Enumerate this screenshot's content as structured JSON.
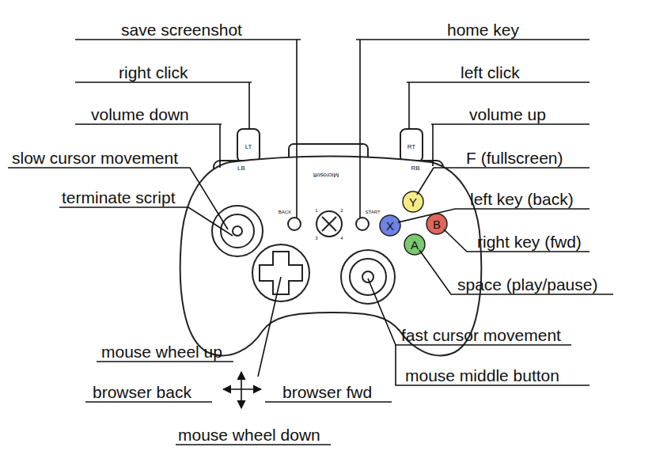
{
  "diagram": {
    "labels": [
      "save screenshot",
      "home key",
      "right click",
      "left click",
      "volume down",
      "volume up",
      "slow cursor movement",
      "terminate script",
      "F (fullscreen)",
      "left key (back)",
      "right key (fwd)",
      "space (play/pause)",
      "fast cursor movement",
      "mouse middle button",
      "mouse wheel up",
      "browser back",
      "browser fwd",
      "mouse wheel down",
      "LT",
      "RT",
      "LB",
      "RB",
      "BACK",
      "START",
      "1",
      "2",
      "3",
      "4",
      "Y",
      "X",
      "B",
      "A",
      "Microsoft"
    ]
  }
}
